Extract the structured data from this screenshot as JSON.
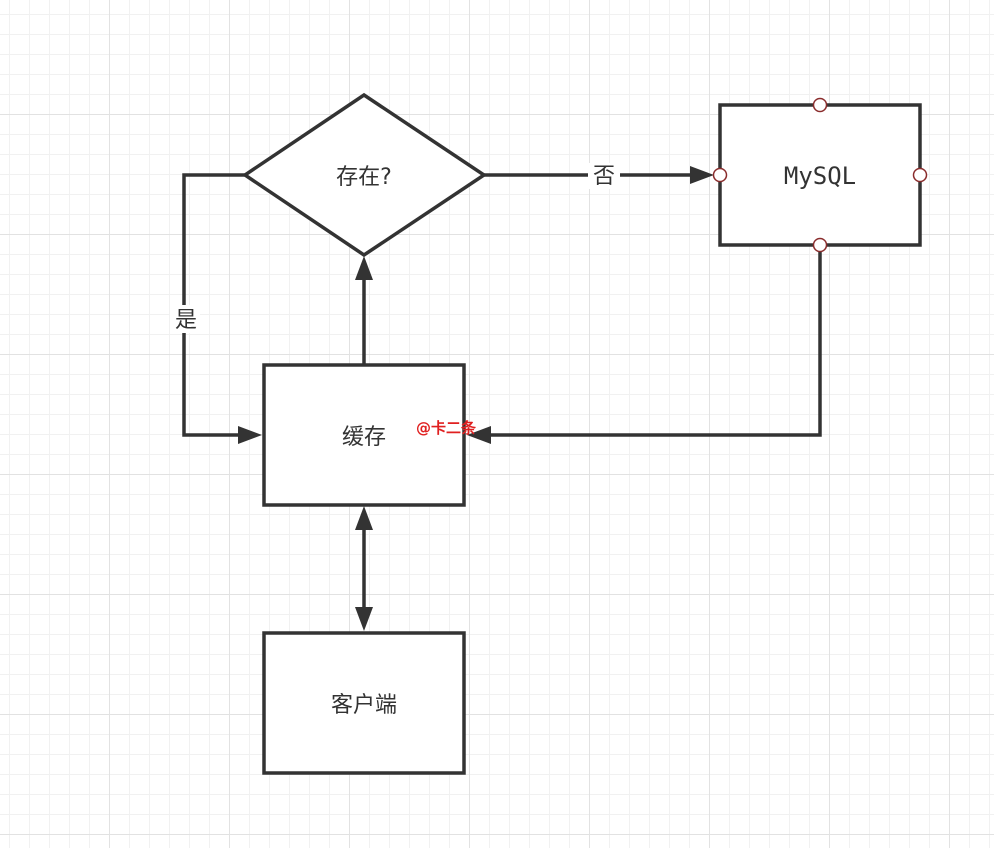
{
  "nodes": {
    "decision": {
      "label": "存在?"
    },
    "mysql": {
      "label": "MySQL"
    },
    "cache": {
      "label": "缓存"
    },
    "client": {
      "label": "客户端"
    }
  },
  "edges": {
    "no_label": "否",
    "yes_label": "是"
  },
  "watermark": {
    "text": "@卡二条",
    "color": "#e02020"
  },
  "colors": {
    "stroke": "#333333",
    "port": "#8a2c2c"
  }
}
